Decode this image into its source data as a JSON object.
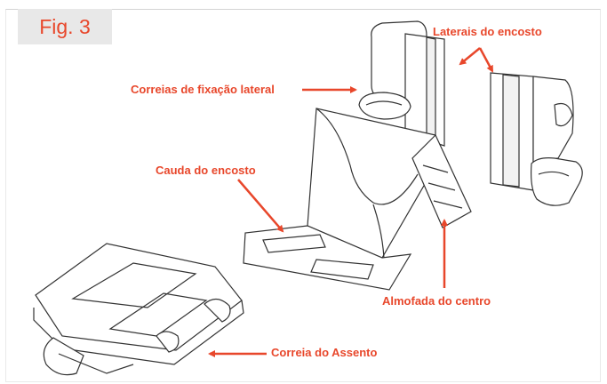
{
  "figure": {
    "number": "Fig. 3",
    "accent_color": "#e8472b"
  },
  "labels": {
    "back_sides": "Laterais do encosto",
    "side_straps": "Correias de fixação lateral",
    "back_tail": "Cauda do encosto",
    "center_cushion": "Almofada do centro",
    "seat_strap": "Correia do Assento"
  }
}
